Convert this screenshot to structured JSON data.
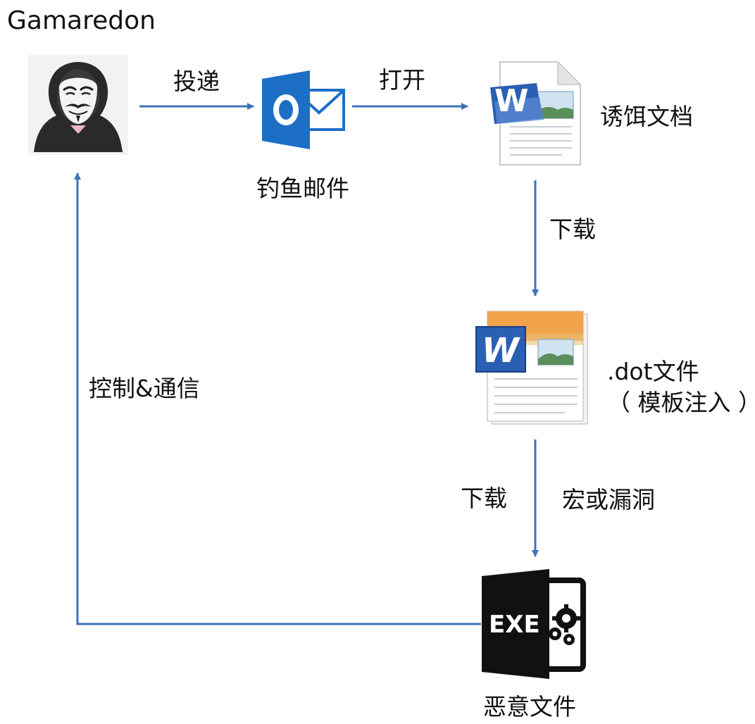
{
  "title": "Gamaredon",
  "nodes": {
    "attacker": {
      "icon": "hooded-hacker-mask-icon"
    },
    "phishing_email": {
      "icon": "outlook-mail-icon",
      "label": "钓鱼邮件"
    },
    "bait_document": {
      "icon": "word-document-icon",
      "label": "诱饵文档"
    },
    "dot_file": {
      "icon": "word-template-icon",
      "label_line1": ".dot文件",
      "label_line2": "（ 模板注入 ）"
    },
    "malicious_file": {
      "icon": "exe-file-icon",
      "label": "恶意文件",
      "exe_text": "EXE"
    }
  },
  "edges": {
    "deliver": "投递",
    "open": "打开",
    "download_1": "下载",
    "download_2": "下载",
    "macro_or_vuln": "宏或漏洞",
    "c2": "控制&通信"
  },
  "colors": {
    "arrow": "#3d72b8",
    "outlook_blue": "#1d6fc6",
    "word_blue": "#2b5fb4"
  }
}
